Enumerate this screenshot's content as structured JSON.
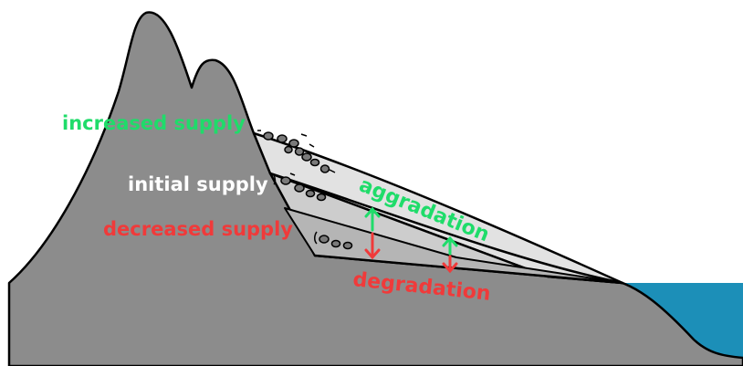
{
  "labels": {
    "increased_supply": "increased supply",
    "initial_supply": "initial supply",
    "decreased_supply": "decreased supply",
    "aggradation": "aggradation",
    "degradation": "degradation"
  },
  "colors": {
    "mountain": "#8c8c8c",
    "wedge_light": "#e0e0e0",
    "wedge_mid": "#cfcfcf",
    "wedge_dark": "#b5b5b5",
    "water": "#1c8fb8",
    "outline": "#000000",
    "green": "#1fdc6a",
    "red": "#f03a3a",
    "white": "#ffffff"
  }
}
